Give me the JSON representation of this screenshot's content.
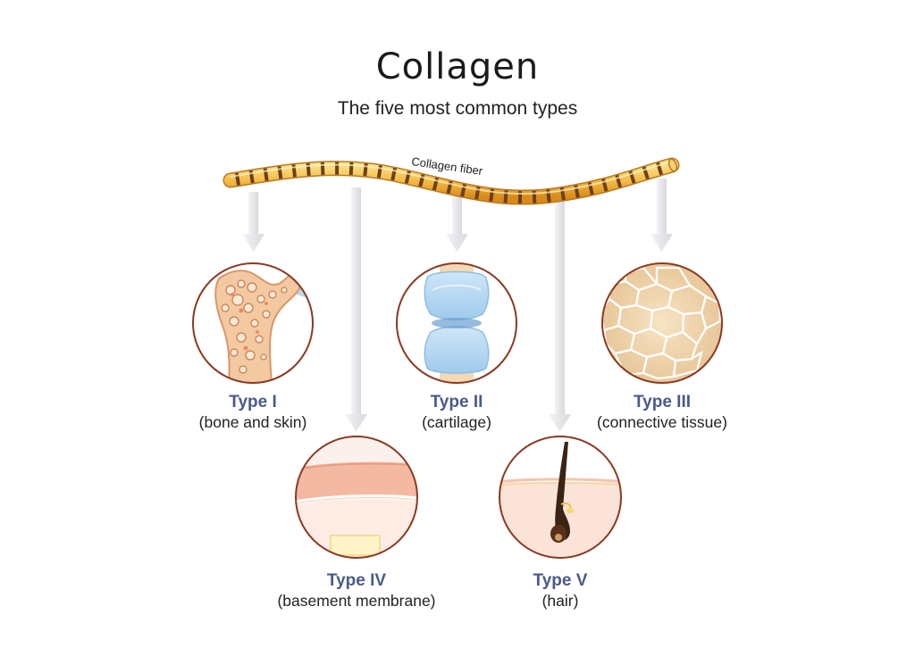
{
  "header": {
    "title": "Collagen",
    "subtitle": "The five most common types"
  },
  "fiber": {
    "label": "Collagen fiber"
  },
  "types": [
    {
      "id": "type-1",
      "name": "Type I",
      "desc": "(bone and skin)"
    },
    {
      "id": "type-2",
      "name": "Type II",
      "desc": "(cartilage)"
    },
    {
      "id": "type-3",
      "name": "Type III",
      "desc": "(connective tissue)"
    },
    {
      "id": "type-4",
      "name": "Type IV",
      "desc": "(basement membrane)"
    },
    {
      "id": "type-5",
      "name": "Type V",
      "desc": "(hair)"
    }
  ],
  "colors": {
    "fiber": "#f5b944",
    "fiber_band": "#7a4a1a",
    "circle_border": "#8a3a22",
    "type_label": "#4a5a8a",
    "arrow": "#e8e8ec"
  }
}
